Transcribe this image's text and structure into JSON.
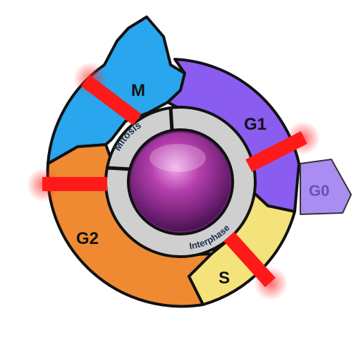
{
  "diagram": {
    "phases": {
      "m": "M",
      "g1": "G1",
      "g0": "G0",
      "s": "S",
      "g2": "G2"
    },
    "ring": {
      "mitosis": "Mitosis",
      "interphase": "Interphase"
    },
    "colors": {
      "m": "#29a6ee",
      "g1": "#8a5cf0",
      "g0": "#a98df0",
      "s": "#f4e27a",
      "g2": "#ef8a33",
      "checkpoint": "#ff1a1a",
      "ring": "#cfcfcf",
      "center": "#a0309a"
    }
  }
}
